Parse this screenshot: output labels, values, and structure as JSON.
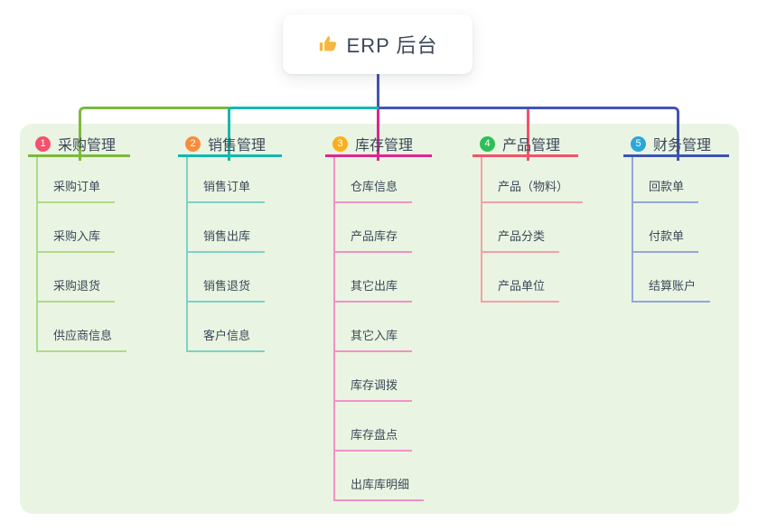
{
  "root": {
    "icon": "thumbs-up",
    "icon_color": "#f6b73c",
    "label": "ERP 后台"
  },
  "branches": [
    {
      "num": "1",
      "title": "采购管理",
      "colors": {
        "badge": "#f4516c",
        "line": "#7cb83d",
        "light": "#b2d989"
      },
      "children": [
        "采购订单",
        "采购入库",
        "采购退货",
        "供应商信息"
      ]
    },
    {
      "num": "2",
      "title": "销售管理",
      "colors": {
        "badge": "#fb8c3c",
        "line": "#14b8ac",
        "light": "#7fd0c6"
      },
      "children": [
        "销售订单",
        "销售出库",
        "销售退货",
        "客户信息"
      ]
    },
    {
      "num": "3",
      "title": "库存管理",
      "colors": {
        "badge": "#fbaf1d",
        "line": "#e02490",
        "light": "#f291c6"
      },
      "children": [
        "仓库信息",
        "产品库存",
        "其它出库",
        "其它入库",
        "库存调拨",
        "库存盘点",
        "出库库明细"
      ]
    },
    {
      "num": "4",
      "title": "产品管理",
      "colors": {
        "badge": "#2fbe57",
        "line": "#f4516c",
        "light": "#f79fa8"
      },
      "children": [
        "产品（物料）",
        "产品分类",
        "产品单位"
      ]
    },
    {
      "num": "5",
      "title": "财务管理",
      "colors": {
        "badge": "#2ba6dd",
        "line": "#3d53b2",
        "light": "#93a6dc"
      },
      "children": [
        "回款单",
        "付款单",
        "结算账户"
      ]
    }
  ],
  "connectors": {
    "root_color": "#4353b4",
    "segments": [
      "#7cb83d",
      "#14b8ac",
      "#4353b4"
    ],
    "drops": [
      "#7cb83d",
      "#14b8ac",
      "#e02490",
      "#f4516c",
      "#3d53b2"
    ]
  },
  "canvas": {
    "background": "#ffffff",
    "panel_background": "#e9f5e2",
    "text_color": "#3c4858"
  }
}
